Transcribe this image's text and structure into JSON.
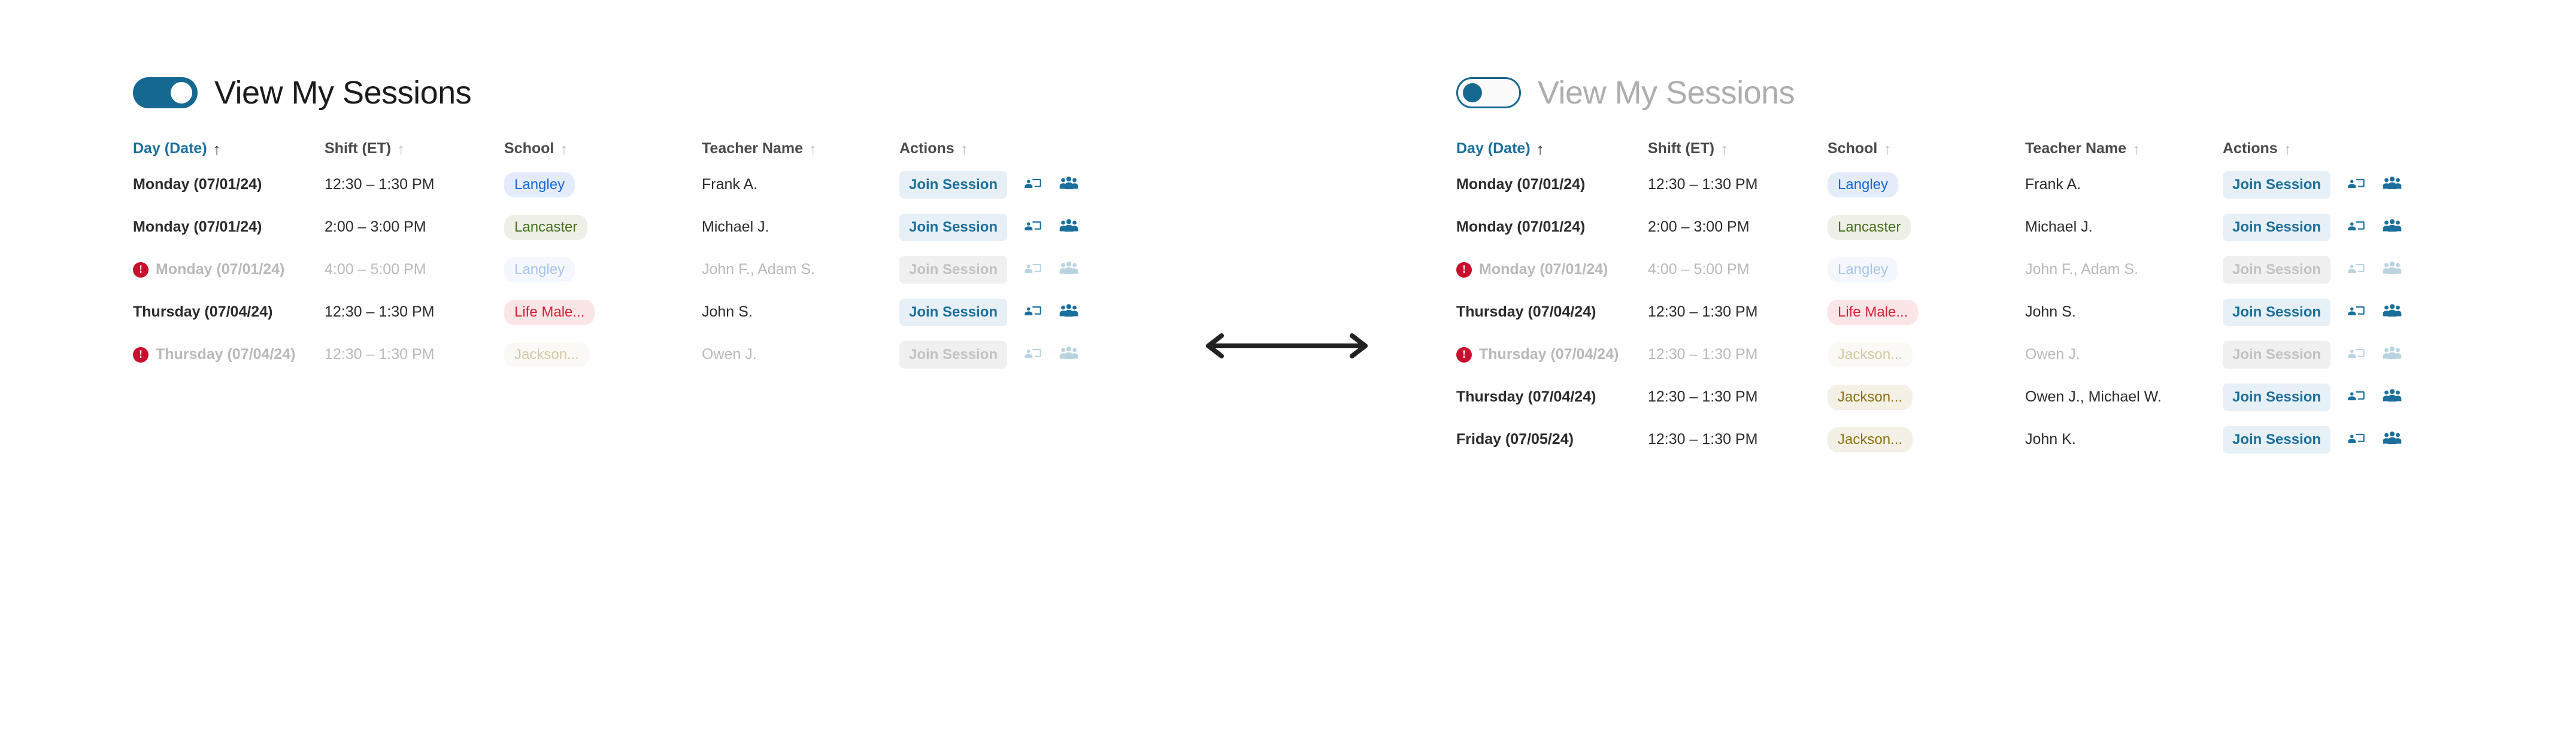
{
  "columns": [
    {
      "key": "day",
      "label": "Day (Date)",
      "sorted": true,
      "sort_dir": "asc"
    },
    {
      "key": "shift",
      "label": "Shift (ET)",
      "sorted": false,
      "sort_dir": "asc"
    },
    {
      "key": "school",
      "label": "School",
      "sorted": false,
      "sort_dir": "asc"
    },
    {
      "key": "teacher",
      "label": "Teacher Name",
      "sorted": false,
      "sort_dir": "asc"
    },
    {
      "key": "actions",
      "label": "Actions",
      "sorted": false,
      "sort_dir": "asc"
    }
  ],
  "icons": {
    "sort_arrow": "arrow-up-icon",
    "alert": "alert-exclamation-icon",
    "present": "present-to-screen-icon",
    "roster": "people-group-icon",
    "divider": "double-headed-arrow-icon"
  },
  "colors": {
    "accent": "#15688f",
    "link": "#1b6f9c",
    "join_bg": "#e7f0f6",
    "badge_blue_bg": "#e4ecfb",
    "badge_blue_fg": "#1767d6",
    "badge_green_bg": "#eef0e8",
    "badge_green_fg": "#46701c",
    "badge_red_bg": "#fbe5e7",
    "badge_red_fg": "#d32230",
    "badge_gold_bg": "#f4f0e6",
    "badge_gold_fg": "#8a7010",
    "alert_red": "#c8102e",
    "title_muted": "#adadad",
    "disabled_text": "#b9b9b9"
  },
  "left": {
    "toggle": {
      "label": "View My Sessions",
      "state": "on",
      "aria": "view-my-sessions-toggle"
    },
    "rows": [
      {
        "day": "Monday (07/01/24)",
        "shift": "12:30 – 1:30 PM",
        "school": "Langley",
        "school_tone": "blue",
        "teacher": "Frank A.",
        "join_label": "Join Session",
        "disabled": false,
        "alert": false
      },
      {
        "day": "Monday (07/01/24)",
        "shift": "2:00 – 3:00 PM",
        "school": "Lancaster",
        "school_tone": "green",
        "teacher": "Michael J.",
        "join_label": "Join Session",
        "disabled": false,
        "alert": false
      },
      {
        "day": "Monday (07/01/24)",
        "shift": "4:00 – 5:00 PM",
        "school": "Langley",
        "school_tone": "blue",
        "teacher": "John F., Adam S.",
        "join_label": "Join Session",
        "disabled": true,
        "alert": true
      },
      {
        "day": "Thursday (07/04/24)",
        "shift": "12:30 – 1:30 PM",
        "school": "Life Male...",
        "school_tone": "red",
        "teacher": "John S.",
        "join_label": "Join Session",
        "disabled": false,
        "alert": false
      },
      {
        "day": "Thursday (07/04/24)",
        "shift": "12:30 – 1:30 PM",
        "school": "Jackson...",
        "school_tone": "gold",
        "teacher": "Owen J.",
        "join_label": "Join Session",
        "disabled": true,
        "alert": true
      }
    ]
  },
  "right": {
    "toggle": {
      "label": "View My Sessions",
      "state": "off",
      "aria": "view-my-sessions-toggle"
    },
    "rows": [
      {
        "day": "Monday (07/01/24)",
        "shift": "12:30 – 1:30 PM",
        "school": "Langley",
        "school_tone": "blue",
        "teacher": "Frank A.",
        "join_label": "Join Session",
        "disabled": false,
        "alert": false
      },
      {
        "day": "Monday (07/01/24)",
        "shift": "2:00 – 3:00 PM",
        "school": "Lancaster",
        "school_tone": "green",
        "teacher": "Michael J.",
        "join_label": "Join Session",
        "disabled": false,
        "alert": false
      },
      {
        "day": "Monday (07/01/24)",
        "shift": "4:00 – 5:00 PM",
        "school": "Langley",
        "school_tone": "blue",
        "teacher": "John F., Adam S.",
        "join_label": "Join Session",
        "disabled": true,
        "alert": true
      },
      {
        "day": "Thursday (07/04/24)",
        "shift": "12:30 – 1:30 PM",
        "school": "Life Male...",
        "school_tone": "red",
        "teacher": "John S.",
        "join_label": "Join Session",
        "disabled": false,
        "alert": false
      },
      {
        "day": "Thursday (07/04/24)",
        "shift": "12:30 – 1:30 PM",
        "school": "Jackson...",
        "school_tone": "gold",
        "teacher": "Owen J.",
        "join_label": "Join Session",
        "disabled": true,
        "alert": true
      },
      {
        "day": "Thursday (07/04/24)",
        "shift": "12:30 – 1:30 PM",
        "school": "Jackson...",
        "school_tone": "gold",
        "teacher": "Owen J., Michael W.",
        "join_label": "Join Session",
        "disabled": false,
        "alert": false
      },
      {
        "day": "Friday (07/05/24)",
        "shift": "12:30 – 1:30 PM",
        "school": "Jackson...",
        "school_tone": "gold",
        "teacher": "John K.",
        "join_label": "Join Session",
        "disabled": false,
        "alert": false
      }
    ]
  }
}
